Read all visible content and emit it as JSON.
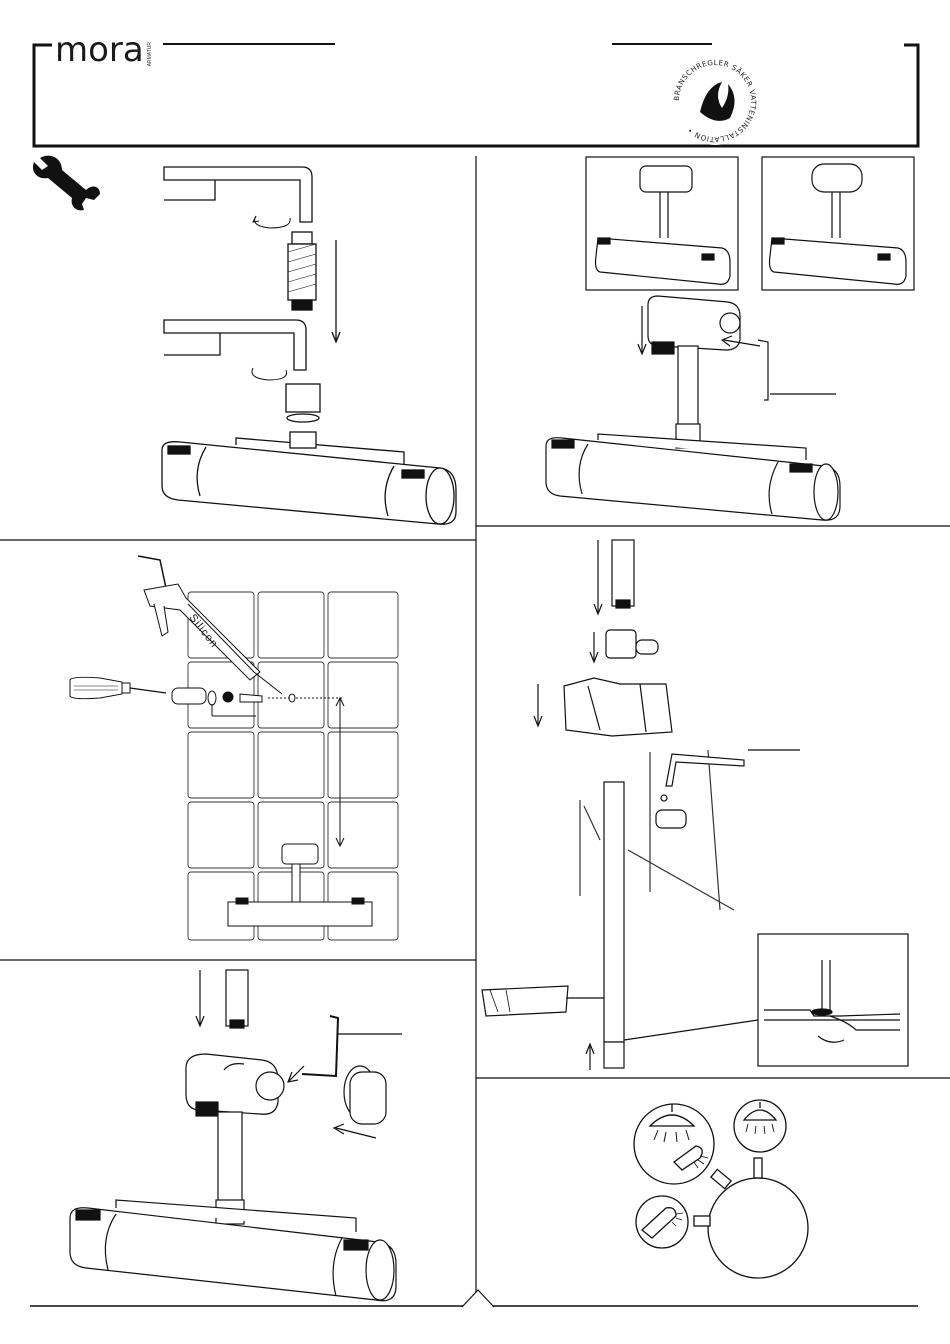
{
  "header": {
    "brand": "mora",
    "brand_sub": "ARMATUR",
    "certification_seal": "BRANSCHREGLER SÄKER VATTENINSTALLATION •"
  },
  "panels": {
    "sealant_tube_label": "Silicon"
  },
  "icons": {
    "tools": "wrench-icon",
    "sheet_marker": "triangle-marker-icon"
  },
  "colors": {
    "line": "#111111",
    "fill": "#ffffff",
    "shade": "#d8d8d8"
  }
}
